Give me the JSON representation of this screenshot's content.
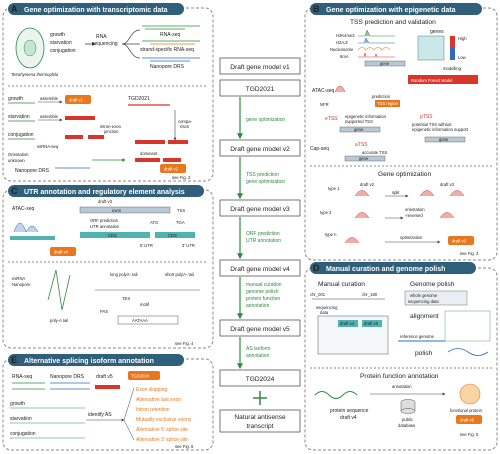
{
  "panelA": {
    "letter": "A",
    "title": "Gene optimization with transcriptomic data",
    "conditions": [
      "growth",
      "starvation",
      "conjugation"
    ],
    "organism": "Tetrahymena thermophila",
    "rna_seq_label": "RNA\nsequencing",
    "rna_seq": "RNA-seq",
    "strand_specific": "strand-specific RNA-seq",
    "nanopore_drs": "Nanopore DRS",
    "lower": {
      "growth": "growth",
      "starvation": "starvation",
      "conjugation": "conjugation",
      "assemble": "assemble",
      "draft_v1": "draft v1",
      "tgd2021": "TGD2021",
      "ssrna_seq": "ssRNA-seq",
      "intron_exon": "intron-exon\njunction",
      "comparison": "compa-\nrison",
      "orientation": "Orientation",
      "unknown": "unknown",
      "nanopore_drs": "Nanopore DRS",
      "dominant": "dominant",
      "draft_v2": "draft v2",
      "see_fig": "see Fig. 2"
    }
  },
  "center": {
    "boxes": [
      "Draft gene model v1",
      "TGD2021",
      "Draft gene model v2",
      "Draft gene model v3",
      "Draft gene model v4",
      "Draft gene model v5",
      "TGD2024",
      "Natural antisense\ntranscript"
    ],
    "steps": [
      "gene optimization",
      "TSS prediction\ngene optimization",
      "ORF prediction\nUTR annotation",
      "manual curation\ngenome polish\nprotein function\nannotation",
      "AS isoform\nannotation"
    ]
  },
  "panelB": {
    "letter": "B",
    "title": "Gene optimization with epigenetic data",
    "subtitle": "TSS prediction and validation",
    "marks": [
      "H3K4me3",
      "H2A.Z",
      "Nucleosome",
      "6mA"
    ],
    "gene": "gene",
    "genes": "genes",
    "high": "High",
    "low": "Low",
    "modelling": "modelling",
    "atac_seq": "ATAC-seq",
    "nfr": "NFR",
    "prediction": "prediction",
    "tss_region": "TSS region",
    "etss_note": "epigenetic information\nsupported TSS",
    "rf_model": "Random Forest Model",
    "etss": "eTSS",
    "ptss": "pTSS",
    "ptss_note": "potential TSS without\nepigenetic information support",
    "cap_seq": "Cap-seq",
    "atss": "aTSS",
    "accurate": "accurate TSS",
    "gene_opt": "Gene optimization",
    "type1": "type 1",
    "type2": "type 2",
    "typen": "type n",
    "draft_v2": "draft v2",
    "draft_v3": "draft v3",
    "split": "split",
    "orient": "orientation\n-reversed",
    "optimization": "optimization",
    "see_fig": "see Fig. 3"
  },
  "panelC": {
    "letter": "C",
    "title": "UTR annotation and regulatory element analysis",
    "atac_seq": "ATAC-seq",
    "draft_v3": "draft v3",
    "exon": "exon",
    "tss": "TSS",
    "orf_prediction": "ORF prediction",
    "utr_annotation": "UTR annotation",
    "atg": "ATG",
    "tga": "TGA",
    "cds": "CDS",
    "utr5": "5' UTR",
    "utr3": "3' UTR",
    "draft_v4": "draft v4",
    "mirna": "miRNA\nNanopore",
    "long_tail": "long polyA- tail",
    "short_tail": "short polyA- tail",
    "tes": "TES",
    "pas": "PAS",
    "motif": "motif",
    "polya_tail": "poly-A tail",
    "seq": "AATAAA",
    "see_fig": "see Fig. 4"
  },
  "panelD": {
    "letter": "D",
    "title": "Manual curation and genome polish",
    "manual": "Manual curation",
    "chr001": "chr_001",
    "chr180": "chr_180",
    "seq_data": "sequencing\ndata",
    "draft_v4": "draft v4",
    "draft_v5": "draft v5",
    "polish_title": "Genome polish",
    "wgs": "whole genome\nsequencing data",
    "alignment": "alignment",
    "ref_genome": "reference genome",
    "polish": "polish",
    "protein_title": "Protein function annotation",
    "annotation": "annotation",
    "protein_seq": "protein sequence\ndraft v4",
    "public_db": "public\ndatabase",
    "functional": "functional protein",
    "see_fig": "see Fig. 5"
  },
  "panelE": {
    "letter": "E",
    "title": "Alternative splicing isoform annotation",
    "rna_seq": "RNA-seq",
    "nanopore": "Nanopore DRS",
    "draft_v5": "draft v5",
    "tgd2024": "TGD2024",
    "growth": "growth",
    "starvation": "starvation",
    "conjugation": "conjugation",
    "identify": "identify AS",
    "events": [
      "Exon skipping",
      "Alternative last exon",
      "Intron retention",
      "Mutually exclusive exons",
      "Alternative 5' splice site",
      "Alternative 3' splice site"
    ],
    "see_fig": "see Fig. 6"
  },
  "colors": {
    "panel_header": "#2f5f7a",
    "green": "#2e8b3d",
    "orange": "#e8781e",
    "red": "#d9352b",
    "blue": "#2d6db5",
    "teal": "#4fb3b0",
    "dashed": "#8a8a8a"
  }
}
